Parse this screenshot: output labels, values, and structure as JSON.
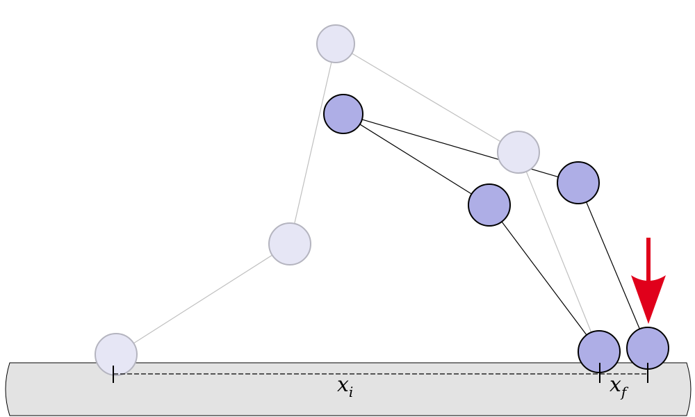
{
  "labels": {
    "x_i": {
      "base": "x",
      "sub": "i"
    },
    "x_f": {
      "base": "x",
      "sub": "f"
    }
  },
  "colors": {
    "ghost_fill": "#e6e6f5",
    "ghost_stroke": "#b4b4bf",
    "ghost_link": "#bfbfbf",
    "active_fill": "#aeaee6",
    "active_stroke": "#000000",
    "ground_fill": "#e3e3e3",
    "arrow": "#e0001b"
  },
  "icons": {
    "force_arrow": "down-arrow-icon"
  }
}
